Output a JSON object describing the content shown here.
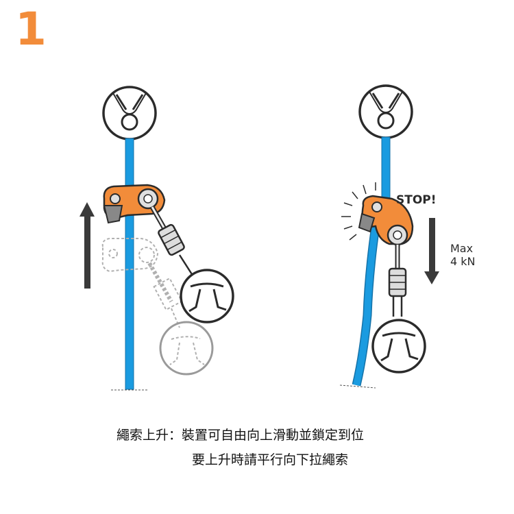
{
  "step": {
    "number": "1",
    "color": "#f28c3a"
  },
  "right_panel": {
    "stop_label": "STOP!",
    "force_label_line1": "Max",
    "force_label_line2": "4 kN"
  },
  "caption": {
    "line1": "繩索上升：裝置可自由向上滑動並鎖定到位",
    "line2": "要上升時請平行向下拉繩索"
  },
  "colors": {
    "rope": "#1a9be0",
    "device": "#f28c3a",
    "outline": "#2b2b2b",
    "arrow": "#3a3a3a",
    "ghost": "#b0b0b0"
  }
}
